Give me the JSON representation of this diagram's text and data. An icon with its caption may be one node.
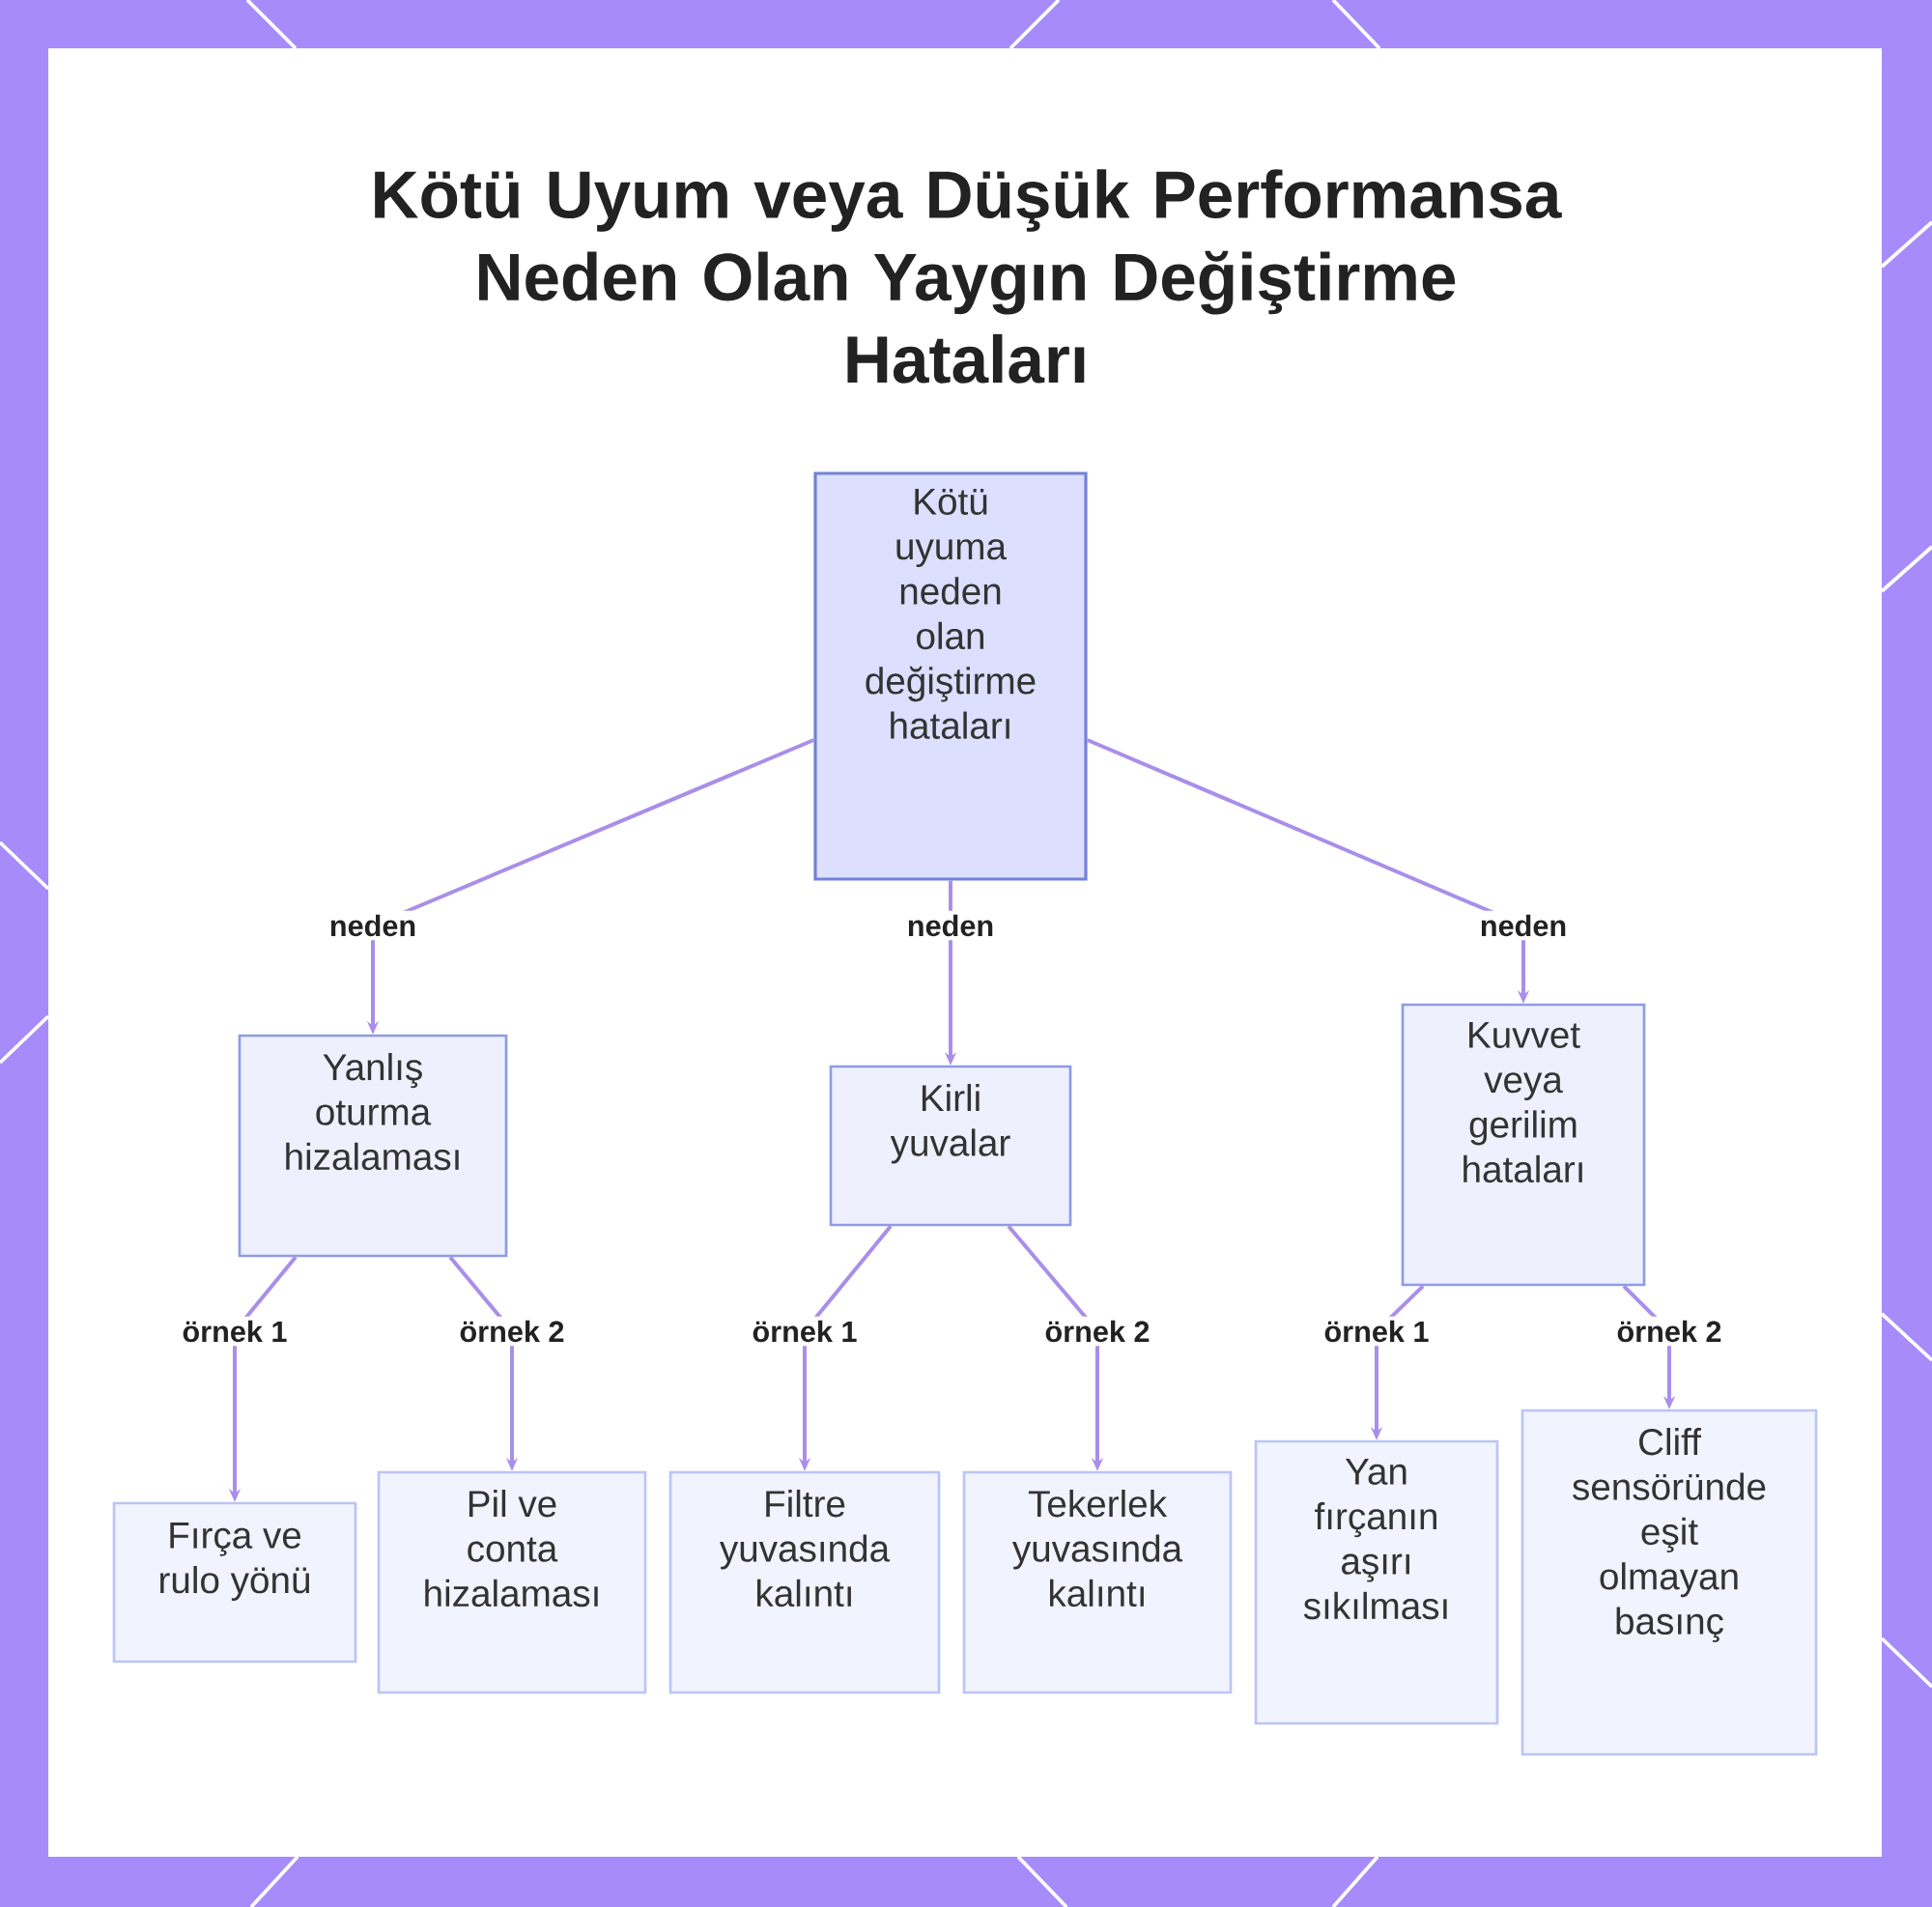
{
  "diagram": {
    "title": "Kötü Uyum veya Düşük Performansa Neden Olan Yaygın Değiştirme Hataları",
    "nodes": [
      {
        "text": [
          "Kötü uyuma neden olan değiştirme hataları"
        ]
      },
      {
        "text": [
          "Yanlış oturma hizalaması"
        ]
      },
      {
        "text": [
          "Kirli yuvalar"
        ]
      },
      {
        "text": [
          "Kuvvet veya gerilim hataları"
        ]
      },
      {
        "text": [
          "Fırça ve rulo yönü"
        ]
      },
      {
        "text": [
          "Pil ve conta hizalaması"
        ]
      },
      {
        "text": [
          "Filtre yuvasında kalıntı"
        ]
      },
      {
        "text": [
          "Tekerlek yuvasında kalıntı"
        ]
      },
      {
        "text": [
          "Yan fırçanın aşırı sıkılması"
        ]
      },
      {
        "text": [
          "Cliff sensöründe eşit olmayan basınç"
        ]
      }
    ],
    "edges": [
      {
        "from": 0,
        "to": 1,
        "arrow": "to",
        "label": "neden"
      },
      {
        "from": 0,
        "to": 2,
        "arrow": "to",
        "label": "neden"
      },
      {
        "from": 0,
        "to": 3,
        "arrow": "to",
        "label": "neden"
      },
      {
        "from": 1,
        "to": 4,
        "arrow": "to",
        "label": "örnek 1"
      },
      {
        "from": 1,
        "to": 5,
        "arrow": "to",
        "label": "örnek 2"
      },
      {
        "from": 2,
        "to": 6,
        "arrow": "to",
        "label": "örnek 1"
      },
      {
        "from": 2,
        "to": 7,
        "arrow": "to",
        "label": "örnek 2"
      },
      {
        "from": 3,
        "to": 8,
        "arrow": "to",
        "label": "örnek 1"
      },
      {
        "from": 3,
        "to": 9,
        "arrow": "to",
        "label": "örnek 2"
      }
    ]
  }
}
